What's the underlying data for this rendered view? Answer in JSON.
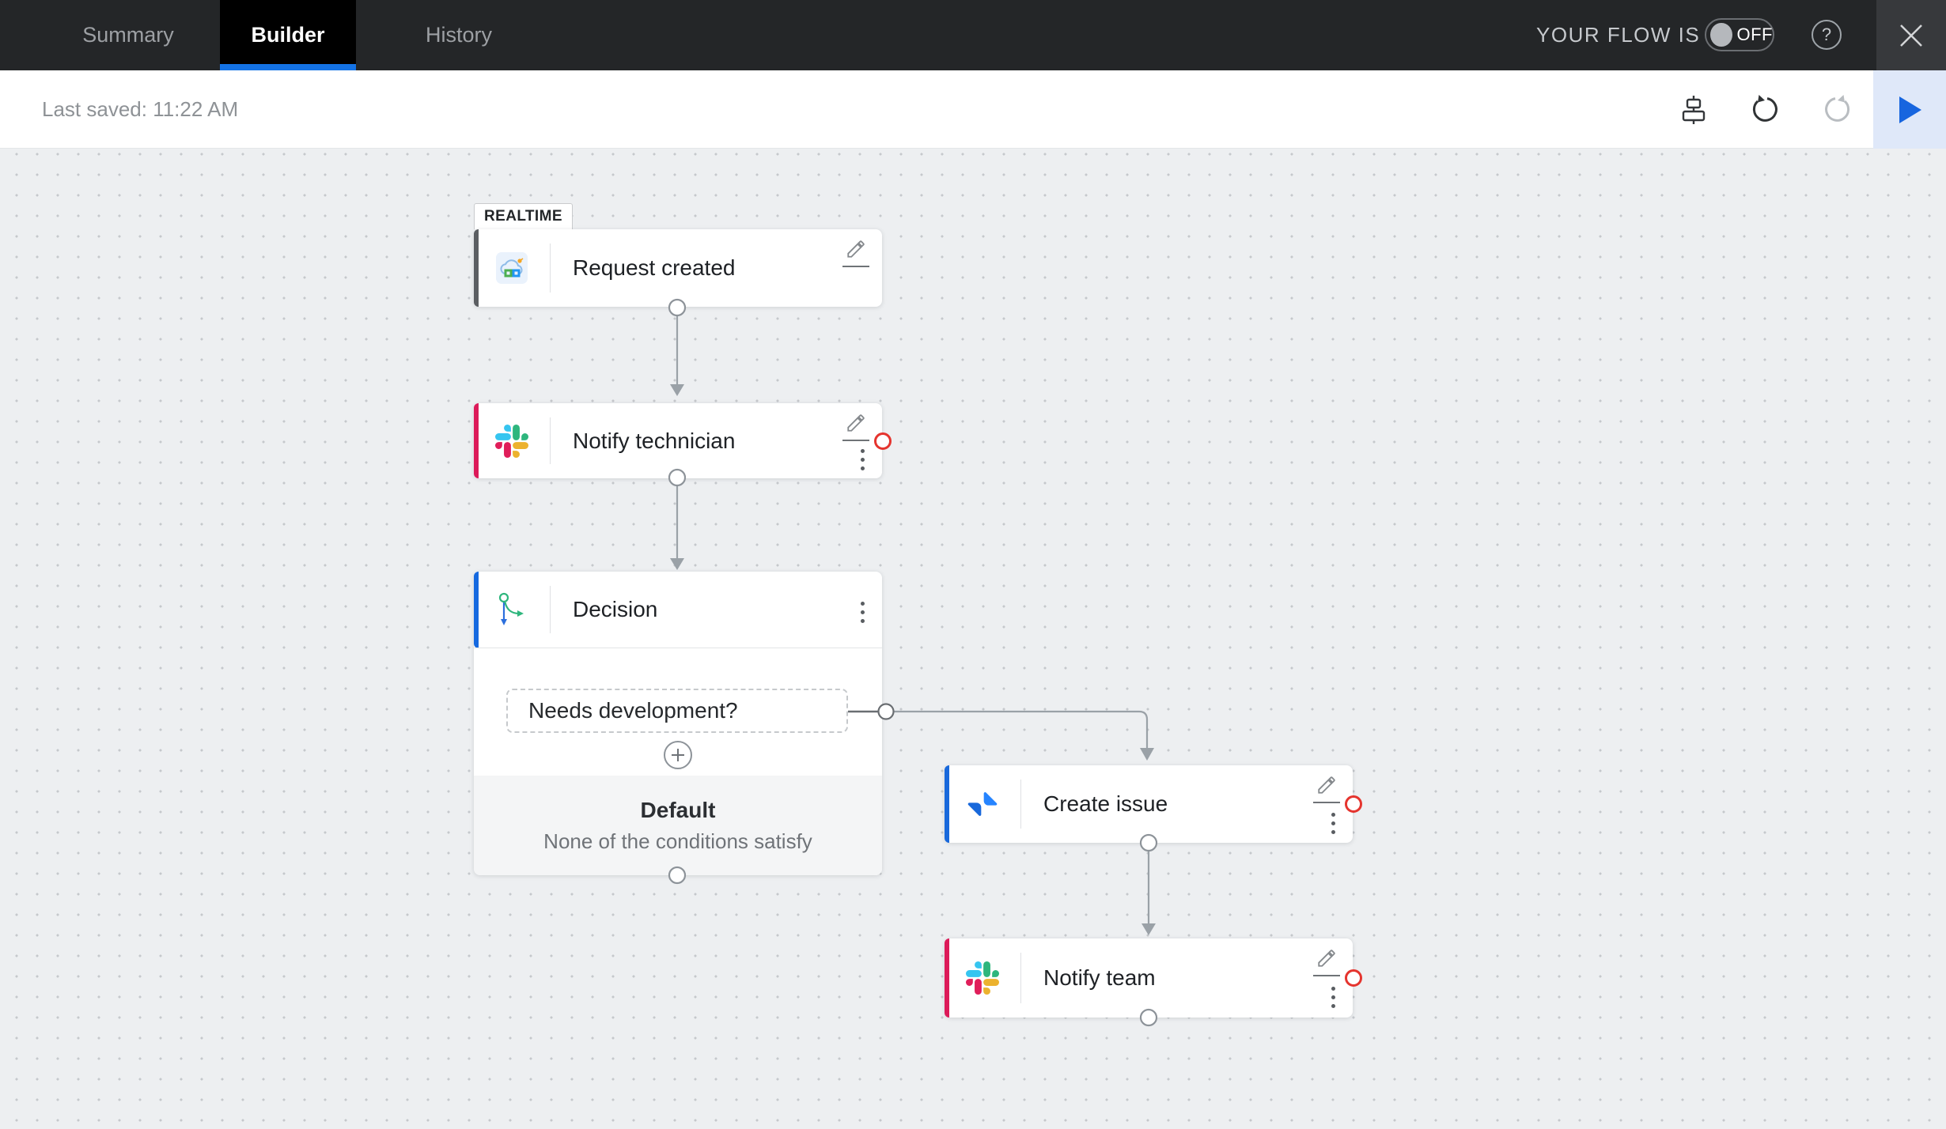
{
  "header": {
    "tabs": [
      {
        "label": "Summary",
        "active": false
      },
      {
        "label": "Builder",
        "active": true
      },
      {
        "label": "History",
        "active": false
      }
    ],
    "flow_status_label": "YOUR FLOW IS",
    "flow_toggle_state": "OFF",
    "help_label": "?"
  },
  "toolbar": {
    "last_saved": "Last saved: 11:22 AM",
    "icons": [
      "arrange-icon",
      "undo-icon",
      "redo-icon",
      "run-flow-icon"
    ]
  },
  "canvas": {
    "trigger_tag": "REALTIME",
    "nodes": {
      "trigger": {
        "title": "Request created",
        "app": "servicedesk-cloud"
      },
      "notify_technician": {
        "title": "Notify technician",
        "app": "slack"
      },
      "decision": {
        "title": "Decision",
        "app": "decision"
      },
      "create_issue": {
        "title": "Create issue",
        "app": "jira"
      },
      "notify_team": {
        "title": "Notify team",
        "app": "slack"
      }
    },
    "decision_branch": {
      "condition_label": "Needs development?",
      "default_title": "Default",
      "default_subtitle": "None of the conditions satisfy"
    }
  },
  "colors": {
    "tab_accent_blue": "#1473e6",
    "trigger_accent": "#5b5e62",
    "slack_accent": "#dc1a59",
    "decision_accent": "#1569e0",
    "jira_accent": "#1868db",
    "error_red": "#e5342e",
    "run_button_blue": "#1765df",
    "header_bg": "#242628",
    "canvas_bg": "#edeff1"
  }
}
